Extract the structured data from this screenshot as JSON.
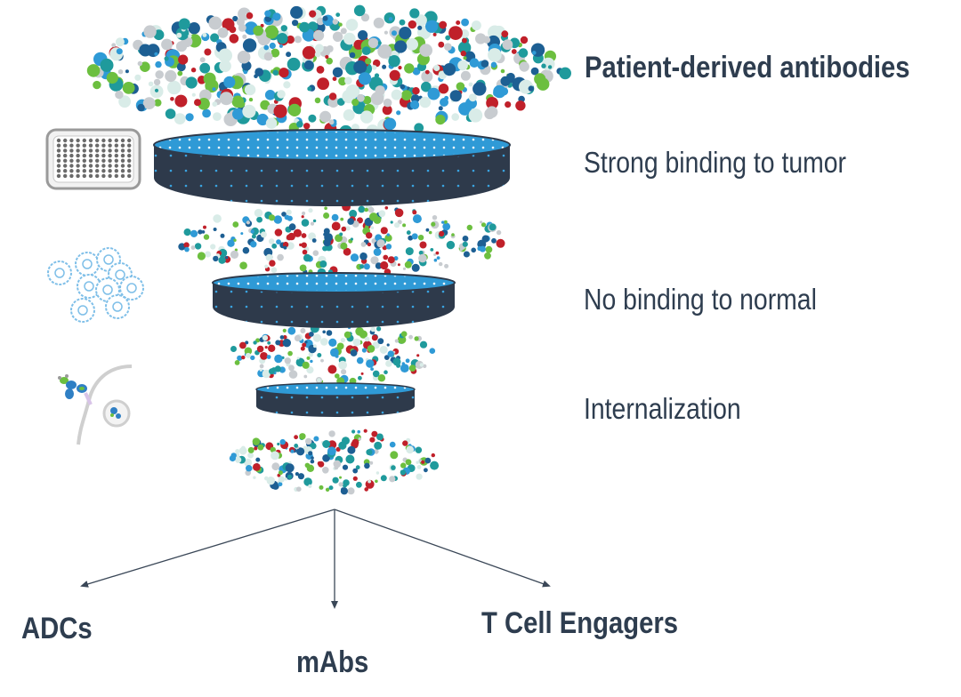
{
  "diagram": {
    "title": "Patient-derived antibodies",
    "filter_steps": [
      {
        "label": "Strong binding to tumor",
        "icon": "well-plate-icon"
      },
      {
        "label": "No binding to normal",
        "icon": "cell-cluster-icon"
      },
      {
        "label": "Internalization",
        "icon": "antibody-internalization-icon"
      }
    ],
    "outputs": [
      {
        "label": "ADCs"
      },
      {
        "label": "mAbs"
      },
      {
        "label": "T Cell Engagers"
      }
    ],
    "colors": {
      "text": "#2e3d4f",
      "funnel_top": "#2f9ad6",
      "funnel_body": "#2e3a4b",
      "arrow": "#3a4757",
      "particles": [
        "#2f9ad6",
        "#1d5f93",
        "#c0202a",
        "#6cbf3f",
        "#1f9a9c",
        "#c8ccd0",
        "#d9ece8"
      ]
    }
  }
}
